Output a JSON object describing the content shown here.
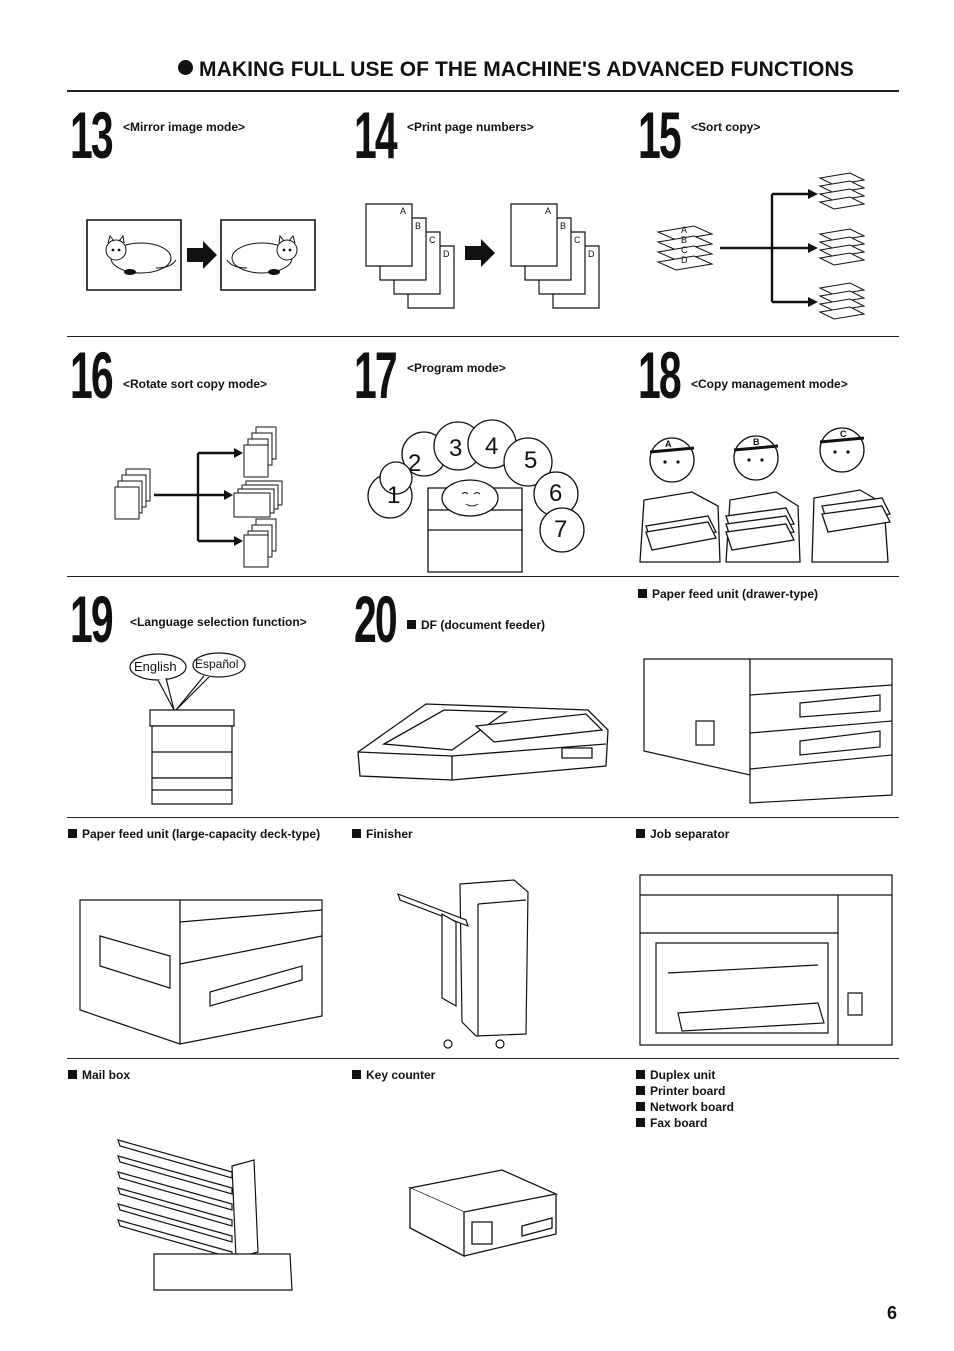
{
  "header": {
    "title": "MAKING FULL USE OF THE MACHINE'S ADVANCED FUNCTIONS"
  },
  "features": [
    {
      "number": "13",
      "label": "<Mirror image mode>"
    },
    {
      "number": "14",
      "label": "<Print page numbers>"
    },
    {
      "number": "15",
      "label": "<Sort copy>"
    },
    {
      "number": "16",
      "label": "<Rotate sort copy mode>"
    },
    {
      "number": "17",
      "label": "<Program mode>"
    },
    {
      "number": "18",
      "label": "<Copy management mode>"
    },
    {
      "number": "19",
      "label": "<Language selection function>"
    },
    {
      "number": "20",
      "label": "DF (document feeder)"
    }
  ],
  "options": {
    "drawer": "Paper feed unit (drawer-type)",
    "deck": "Paper feed unit (large-capacity deck-type)",
    "finisher": "Finisher",
    "job_separator": "Job separator",
    "mailbox": "Mail box",
    "key_counter": "Key counter",
    "others": [
      "Duplex unit",
      "Printer board",
      "Network board",
      "Fax board"
    ]
  },
  "illustrations": {
    "pages": [
      "A",
      "B",
      "C",
      "D"
    ],
    "speech": [
      "English",
      "Español"
    ],
    "program_steps": [
      "1",
      "2",
      "3",
      "4",
      "5",
      "6",
      "7"
    ],
    "departments": [
      "A",
      "B",
      "C"
    ]
  },
  "page_number": "6"
}
